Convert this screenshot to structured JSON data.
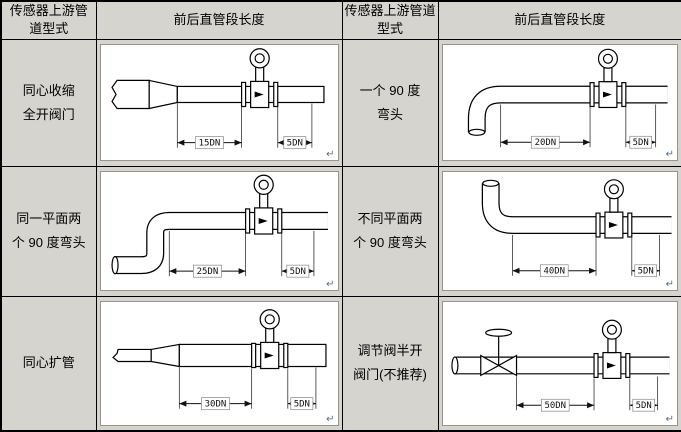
{
  "header": {
    "cols": [
      "传感器上游管道型式",
      "前后直管段长度",
      "传感器上游管道型式",
      "前后直管段长度"
    ]
  },
  "rows": [
    {
      "left_label_lines": [
        "同心收缩",
        "全开阀门"
      ],
      "left_dims": {
        "up": "15DN",
        "down": "5DN"
      },
      "right_label_lines": [
        "一个 90 度",
        "弯头"
      ],
      "right_dims": {
        "up": "20DN",
        "down": "5DN"
      }
    },
    {
      "left_label_lines": [
        "同一平面两",
        "个 90 度弯头"
      ],
      "left_dims": {
        "up": "25DN",
        "down": "5DN"
      },
      "right_label_lines": [
        "不同平面两",
        "个 90 度弯头"
      ],
      "right_dims": {
        "up": "40DN",
        "down": "5DN"
      }
    },
    {
      "left_label_lines": [
        "同心扩管"
      ],
      "left_dims": {
        "up": "30DN",
        "down": "5DN"
      },
      "right_label_lines": [
        "调节阀半开",
        "阀门(不推荐)"
      ],
      "right_dims": {
        "up": "50DN",
        "down": "5DN"
      }
    }
  ],
  "marks": {
    "line_break": "↵"
  },
  "colors": {
    "header_bg": "#d6d4cf",
    "border": "#000000",
    "diagram_bg": "#ffffff"
  }
}
